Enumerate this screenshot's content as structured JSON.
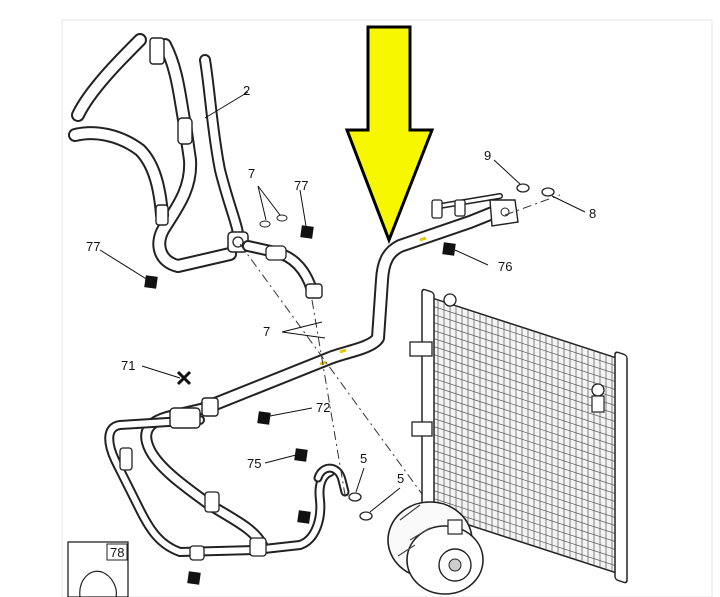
{
  "diagram": {
    "arrow_color": "#f7f700",
    "arrow_outline": "#000000",
    "labels": {
      "n2": "2",
      "n5a": "5",
      "n5b": "5",
      "n7a": "7",
      "n7b": "7",
      "n8": "8",
      "n9": "9",
      "n71": "71",
      "n72": "72",
      "n75": "75",
      "n76": "76",
      "n77a": "77",
      "n77b": "77",
      "n78": "78"
    }
  }
}
